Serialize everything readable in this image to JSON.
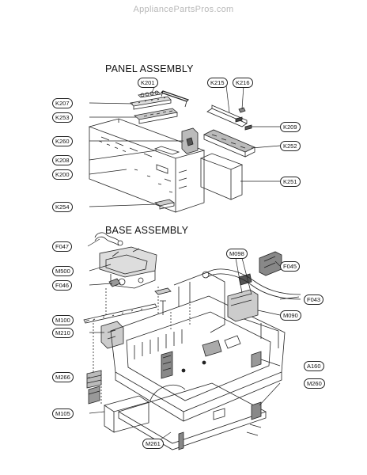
{
  "watermark": "AppliancePartsPros.com",
  "sections": {
    "panel": "PANEL ASSEMBLY",
    "base": "BASE ASSEMBLY"
  },
  "callouts": [
    {
      "id": "k201",
      "label": "K201"
    },
    {
      "id": "k215",
      "label": "K215"
    },
    {
      "id": "k216",
      "label": "K216"
    },
    {
      "id": "k207",
      "label": "K207"
    },
    {
      "id": "k253",
      "label": "K253"
    },
    {
      "id": "k209",
      "label": "K209"
    },
    {
      "id": "k260",
      "label": "K260"
    },
    {
      "id": "k252",
      "label": "K252"
    },
    {
      "id": "k208",
      "label": "K208"
    },
    {
      "id": "k200",
      "label": "K200"
    },
    {
      "id": "k251",
      "label": "K251"
    },
    {
      "id": "k254",
      "label": "K254"
    },
    {
      "id": "f047",
      "label": "F047"
    },
    {
      "id": "m098",
      "label": "M098"
    },
    {
      "id": "f045",
      "label": "F045"
    },
    {
      "id": "m500",
      "label": "M500"
    },
    {
      "id": "f046",
      "label": "F046"
    },
    {
      "id": "f043",
      "label": "F043"
    },
    {
      "id": "m090",
      "label": "M090"
    },
    {
      "id": "m100",
      "label": "M100"
    },
    {
      "id": "m210",
      "label": "M210"
    },
    {
      "id": "a160",
      "label": "A160"
    },
    {
      "id": "m266",
      "label": "M266"
    },
    {
      "id": "m260",
      "label": "M260"
    },
    {
      "id": "m105",
      "label": "M105"
    },
    {
      "id": "m261",
      "label": "M261"
    }
  ]
}
